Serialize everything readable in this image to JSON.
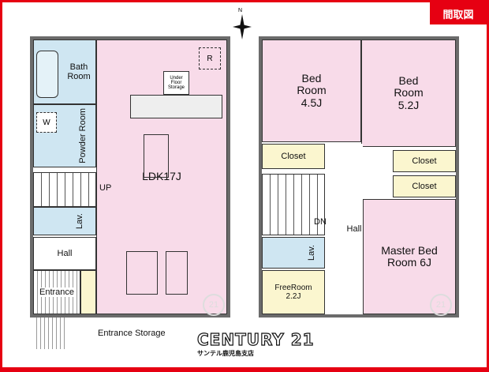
{
  "header": {
    "tab_label": "間取図",
    "compass_label": "N"
  },
  "floor1": {
    "bath_room": "Bath Room",
    "powder_room": "Powder Room",
    "up": "UP",
    "lav": "Lav.",
    "hall": "Hall",
    "entrance": "Entrance",
    "entrance_storage": "Entrance Storage",
    "ldk": "LDK17J",
    "under_floor_storage": "Under Floor Storage",
    "fridge_mark": "R",
    "washer_mark": "W"
  },
  "floor2": {
    "bed_room_1": "Bed Room 4.5J",
    "bed_room_2": "Bed Room 5.2J",
    "closet_1": "Closet",
    "closet_2": "Closet",
    "closet_3": "Closet",
    "hall": "Hall",
    "dn": "DN",
    "lav": "Lav.",
    "free_room": "FreeRoom",
    "free_room_size": "2.2J",
    "master_bed_room": "Master Bed Room 6J"
  },
  "logo": {
    "brand": "CENTURY 21",
    "branch": "サンテル鹿児島支店",
    "watermark": "21"
  },
  "colors": {
    "accent": "#e60012",
    "ldk": "#f8dbe9",
    "wet": "#cfe6f2",
    "storage": "#fbf6cf"
  }
}
